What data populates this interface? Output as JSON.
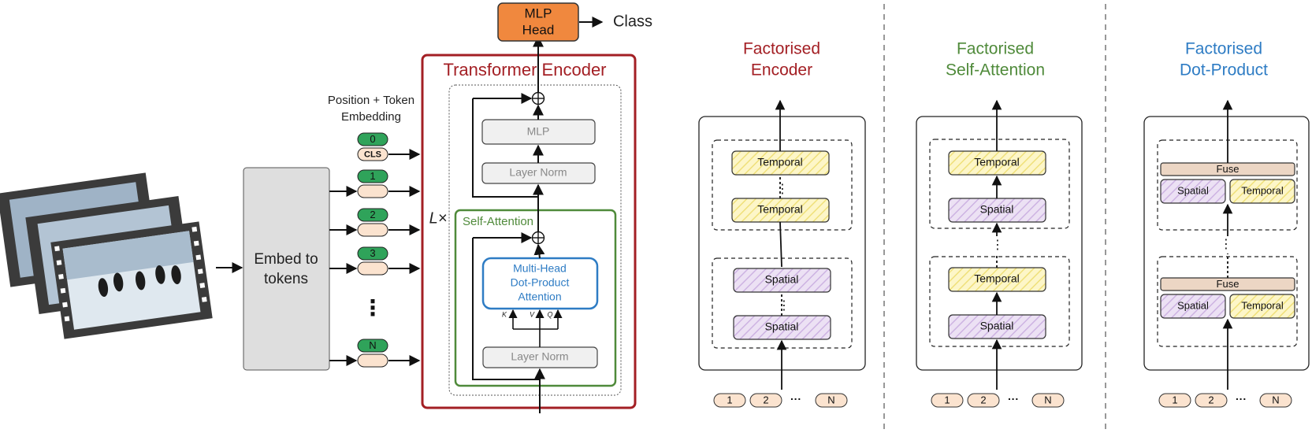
{
  "colors": {
    "accent_red": "#a31f24",
    "accent_green": "#4f8a3a",
    "accent_blue": "#2e7cc4",
    "mlp_head_fill": "#f0883e",
    "token_green": "#2fa35a",
    "token_peach": "#fbe3cf",
    "temporal_fill": "#fdf6c8",
    "spatial_fill": "#ece1f4",
    "fuse_fill": "#ecd6c4",
    "embed_fill": "#dedede"
  },
  "left": {
    "mlp_head_line1": "MLP",
    "mlp_head_line2": "Head",
    "class_label": "Class",
    "embed_line1": "Embed to",
    "embed_line2": "tokens",
    "embedding_line1": "Position + Token",
    "embedding_line2": "Embedding",
    "cls_label": "CLS",
    "token_ids": [
      "0",
      "1",
      "2",
      "3",
      "N"
    ],
    "vertical_ellipsis": "⋮",
    "encoder_title": "Transformer  Encoder",
    "repeat_label": "L×",
    "mlp_label": "MLP",
    "layer_norm_top": "Layer Norm",
    "self_attention_label": "Self-Attention",
    "mhdpa_line1": "Multi-Head",
    "mhdpa_line2": "Dot-Product",
    "mhdpa_line3": "Attention",
    "kvq": [
      "K",
      "V",
      "Q"
    ],
    "layer_norm_bottom": "Layer Norm",
    "plus": "⊕"
  },
  "panels": [
    {
      "title_line1": "Factorised",
      "title_line2": "Encoder",
      "top_block": [
        "Temporal",
        "Temporal"
      ],
      "bottom_block": [
        "Spatial",
        "Spatial"
      ],
      "dots": "⋮",
      "tokens": [
        "1",
        "2",
        "N"
      ],
      "ellipsis": "···"
    },
    {
      "title_line1": "Factorised",
      "title_line2": "Self-Attention",
      "top_block": [
        "Temporal",
        "Spatial"
      ],
      "bottom_block": [
        "Temporal",
        "Spatial"
      ],
      "dots": "⋮",
      "tokens": [
        "1",
        "2",
        "N"
      ],
      "ellipsis": "···"
    },
    {
      "title_line1": "Factorised",
      "title_line2": "Dot-Product",
      "fuse_label": "Fuse",
      "pair": [
        "Spatial",
        "Temporal"
      ],
      "dots": "⋮",
      "tokens": [
        "1",
        "2",
        "N"
      ],
      "ellipsis": "···"
    }
  ]
}
